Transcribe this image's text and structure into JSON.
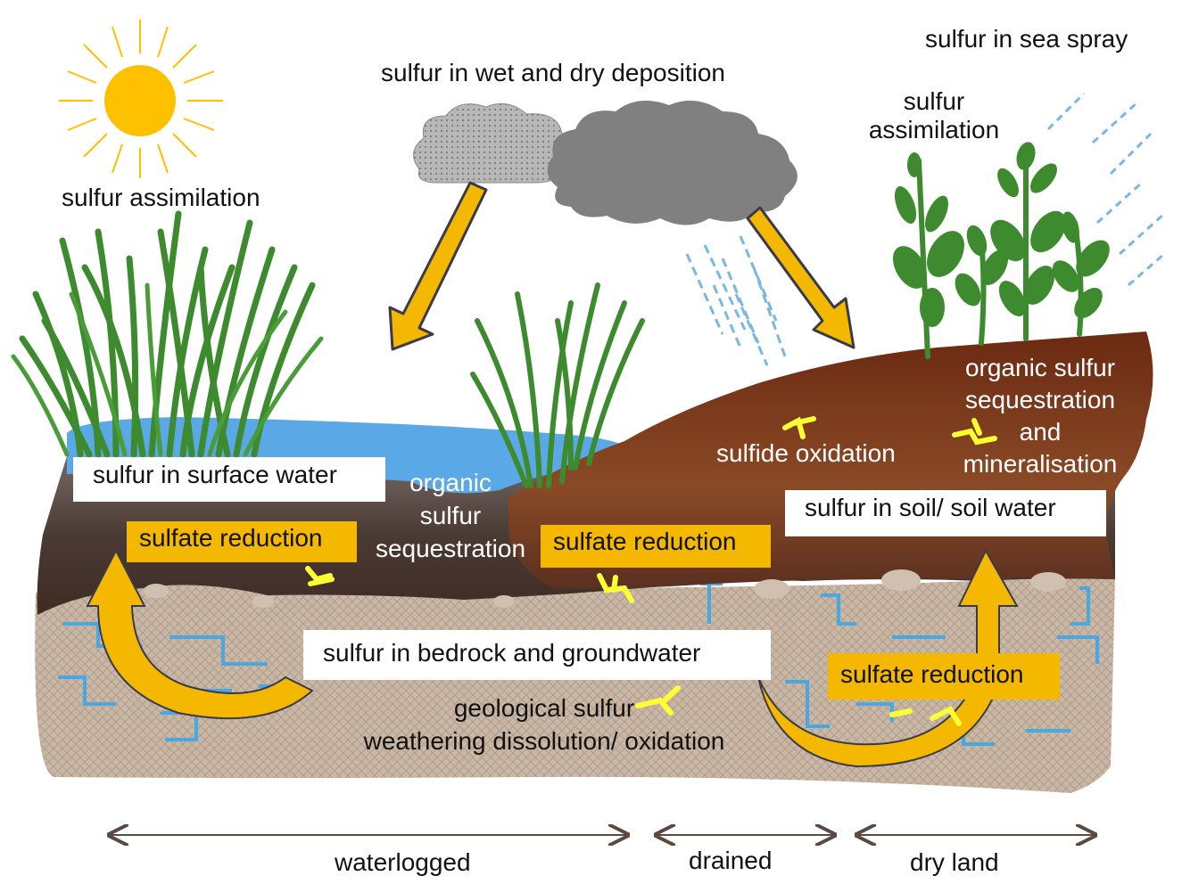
{
  "diagram": {
    "labels": {
      "sea_spray": "sulfur in sea spray",
      "deposition": "sulfur in wet and dry deposition",
      "assimilation_left": "sulfur assimilation",
      "assimilation_right_line1": "sulfur",
      "assimilation_right_line2": "assimilation",
      "organic_seq_mid_line1": "organic",
      "organic_seq_mid_line2": "sulfur",
      "organic_seq_mid_line3": "sequestration",
      "sulfide_oxidation": "sulfide oxidation",
      "organic_seq_right_line1": "organic sulfur",
      "organic_seq_right_line2": "sequestration",
      "organic_seq_right_line3": "and",
      "organic_seq_right_line4": "mineralisation",
      "geological_line1": "geological sulfur",
      "geological_line2": "weathering dissolution/ oxidation"
    },
    "pools": {
      "surface_water": "sulfur in surface water",
      "soil_water": "sulfur in soil/ soil water",
      "bedrock": "sulfur in bedrock and groundwater"
    },
    "processes": {
      "reduction_left": "sulfate reduction",
      "reduction_mid": "sulfate reduction",
      "reduction_right": "sulfate reduction"
    },
    "zones": [
      "waterlogged",
      "drained",
      "dry land"
    ],
    "colors": {
      "sun": "#ffc000",
      "arrow": "#f5b800",
      "arrow_outline": "#3a3a4a",
      "water": "#5aa9e6",
      "soil": "#6b3520",
      "bedrock": "#c9b8a8",
      "plant": "#3d8b2e",
      "cloud_dark": "#808080",
      "cloud_light": "#b0b0b0",
      "zone_arrow": "#5a4a40"
    },
    "icons": [
      "sun-icon",
      "cloud-icon",
      "rain-icon",
      "sea-spray-icon",
      "reed-icon",
      "plant-icon",
      "sulfur-molecule-icon"
    ]
  }
}
